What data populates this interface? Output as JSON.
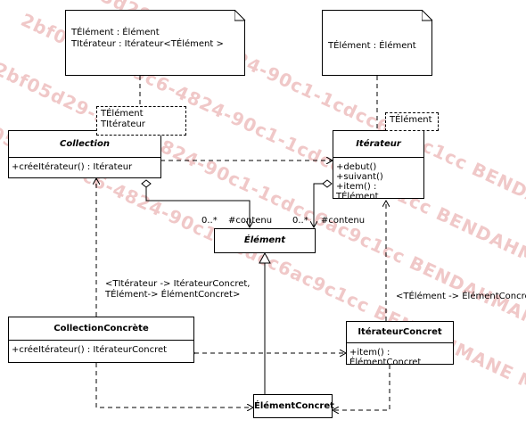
{
  "watermark": {
    "text": "2bf05d29-a9c6-4824-90c1-1cdcc6ac9c1cc BENDAHMANE Mounir -",
    "color": "#f0c8c8"
  },
  "notes": {
    "collection_note": [
      "TÉlément : Élément",
      "TItérateur : Itérateur<TÉlément >"
    ],
    "iterateur_note": [
      "TÉlément : Élément"
    ]
  },
  "classes": {
    "collection": {
      "name": "Collection",
      "template_params": [
        "TÉlément",
        "TItérateur"
      ],
      "operations": [
        "+créeItérateur() : Itérateur"
      ]
    },
    "iterateur": {
      "name": "Itérateur",
      "template_params": [
        "TÉlément"
      ],
      "operations": [
        "+debut()",
        "+suivant()",
        "+item() : TÉlément"
      ]
    },
    "element": {
      "name": "Élément"
    },
    "collection_concrete": {
      "name": "CollectionConcrète",
      "operations": [
        "+créeItérateur() : ItérateurConcret"
      ]
    },
    "iterateur_concret": {
      "name": "ItérateurConcret",
      "operations": [
        "+item() : ÉlémentConcret"
      ]
    },
    "element_concret": {
      "name": "ÉlémentConcret"
    }
  },
  "associations": {
    "collection_element": {
      "multiplicity": "0..*",
      "role": "#contenu"
    },
    "iterateur_element": {
      "multiplicity": "0..*",
      "role": "#contenu"
    }
  },
  "bindings": {
    "collection_binding": [
      "<TItérateur -> ItérateurConcret,",
      "TÉlément-> ÉlémentConcret>"
    ],
    "iterateur_binding": "<TÉlément -> ÉlémentConcret>"
  }
}
